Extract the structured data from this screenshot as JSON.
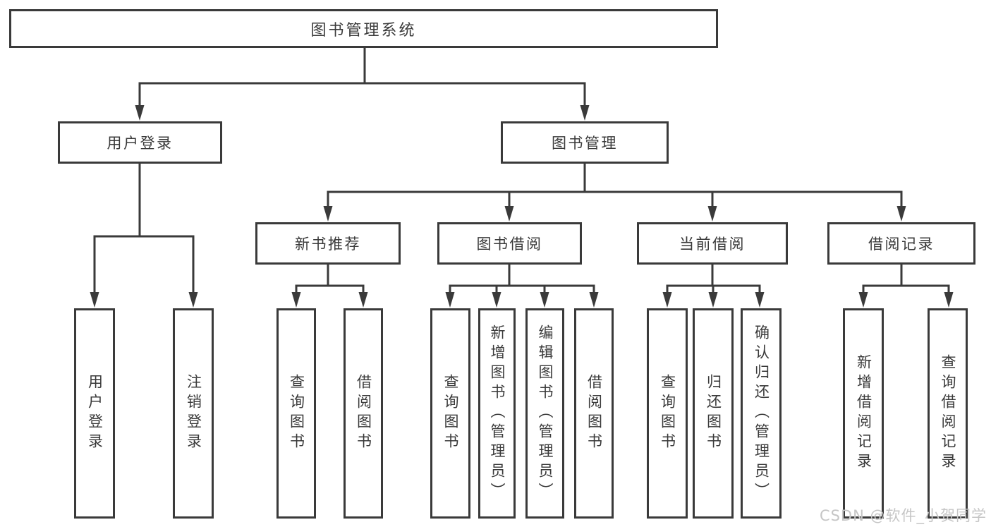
{
  "diagram": {
    "root": {
      "label": "图书管理系统"
    },
    "level2": [
      {
        "label": "用户登录"
      },
      {
        "label": "图书管理"
      }
    ],
    "level3": [
      {
        "label": "新书推荐"
      },
      {
        "label": "图书借阅"
      },
      {
        "label": "当前借阅"
      },
      {
        "label": "借阅记录"
      }
    ],
    "leaves": {
      "user_login": [
        "用户登录",
        "注销登录"
      ],
      "new_books": [
        "查询图书",
        "借阅图书"
      ],
      "book_borrow": [
        "查询图书",
        "新增图书（管理员）",
        "编辑图书（管理员）",
        "借阅图书"
      ],
      "current_borrow": [
        "查询图书",
        "归还图书",
        "确认归还（管理员）"
      ],
      "borrow_records": [
        "新增借阅记录",
        "查询借阅记录"
      ]
    },
    "colors": {
      "line": "#3a3a3a",
      "box_border": "#3a3a3a",
      "text": "#3a3a3a",
      "watermark_text": "#c6c6c6",
      "background": "#ffffff"
    }
  },
  "watermark": {
    "text": "CSDN @软件_小贺同学"
  }
}
